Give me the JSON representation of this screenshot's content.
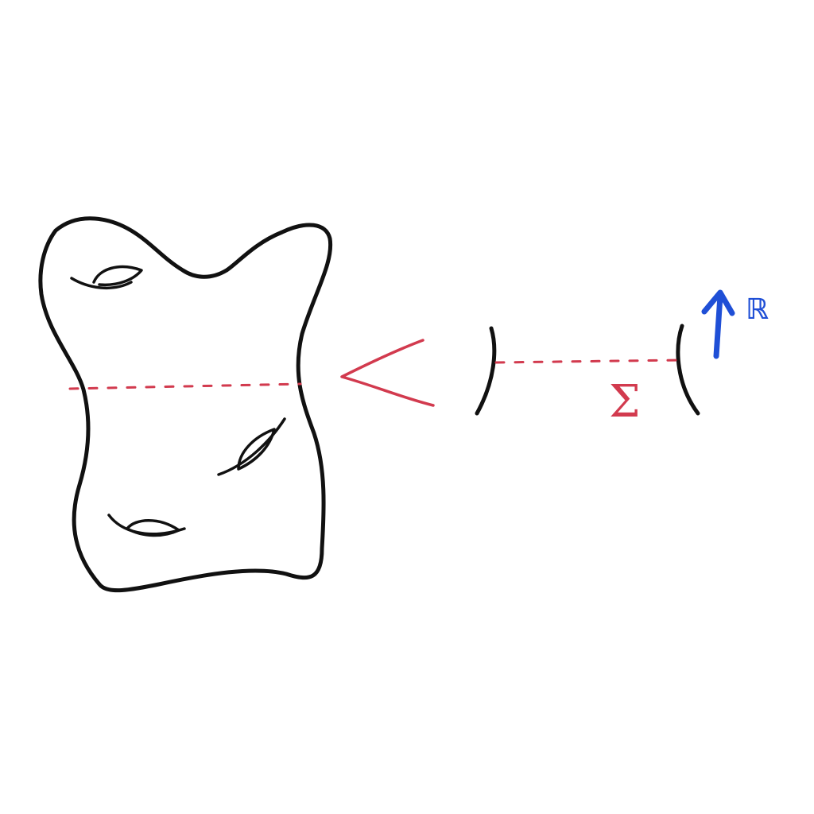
{
  "diagram": {
    "cut_label": "Σ",
    "time_direction_label": "ℝ",
    "colors": {
      "surface_ink": "#111111",
      "cut_ink": "#d23a4e",
      "time_arrow_ink": "#1f4fd6",
      "background": "#ffffff"
    },
    "icons": [
      "surface-with-handles",
      "limit-arrow",
      "cylinder-end-left",
      "cylinder-end-right",
      "time-arrow-icon"
    ]
  }
}
